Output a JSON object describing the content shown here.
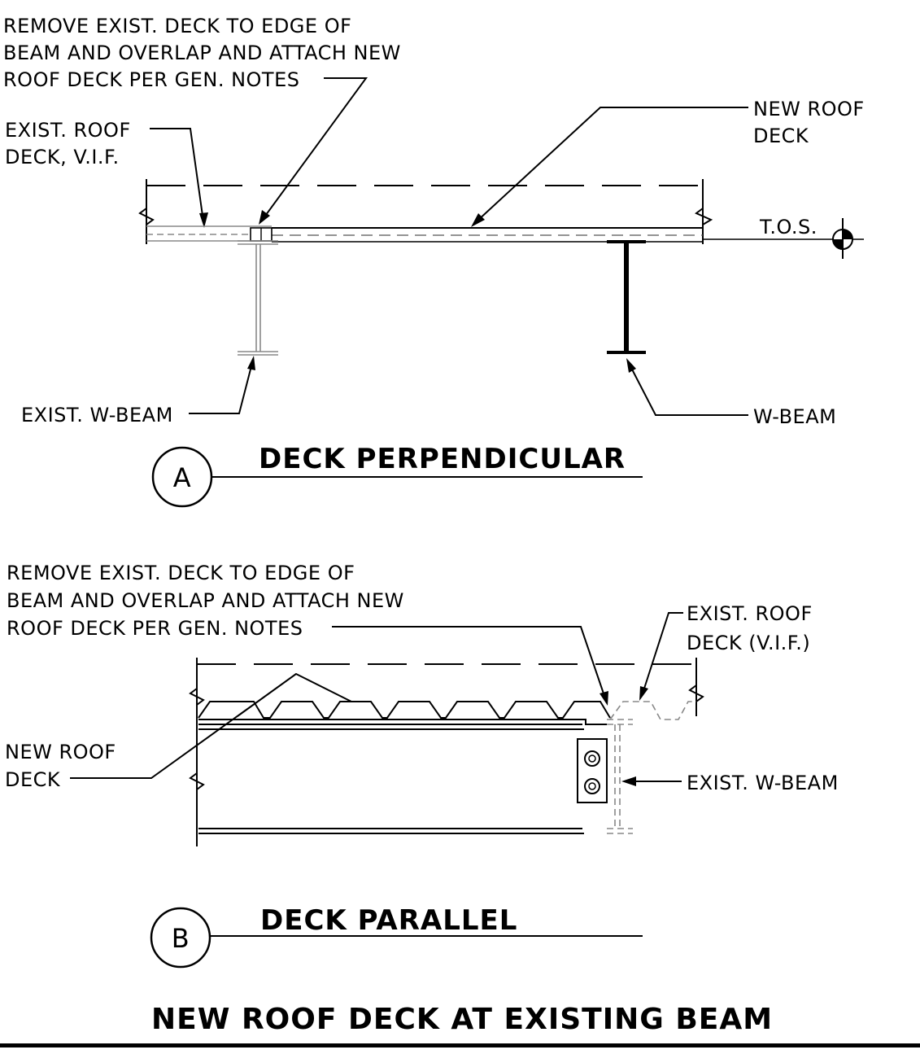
{
  "detail_a": {
    "bubble": "A",
    "title": "DECK PERPENDICULAR",
    "note_remove": [
      "REMOVE EXIST. DECK TO EDGE OF",
      "BEAM AND OVERLAP AND ATTACH NEW",
      "ROOF DECK PER GEN. NOTES"
    ],
    "note_exist_deck": [
      "EXIST. ROOF",
      "DECK, V.I.F."
    ],
    "note_new_deck": [
      "NEW ROOF",
      "DECK"
    ],
    "note_tos": "T.O.S.",
    "note_exist_beam": "EXIST. W-BEAM",
    "note_beam": "W-BEAM"
  },
  "detail_b": {
    "bubble": "B",
    "title": "DECK PARALLEL",
    "note_remove": [
      "REMOVE EXIST. DECK TO EDGE OF",
      "BEAM AND OVERLAP AND ATTACH NEW",
      "ROOF DECK PER GEN. NOTES"
    ],
    "note_exist_deck": [
      "EXIST. ROOF",
      "DECK (V.I.F.)"
    ],
    "note_new_deck": [
      "NEW ROOF",
      "DECK"
    ],
    "note_exist_beam": "EXIST. W-BEAM"
  },
  "sheet_title": "NEW ROOF DECK AT EXISTING BEAM"
}
